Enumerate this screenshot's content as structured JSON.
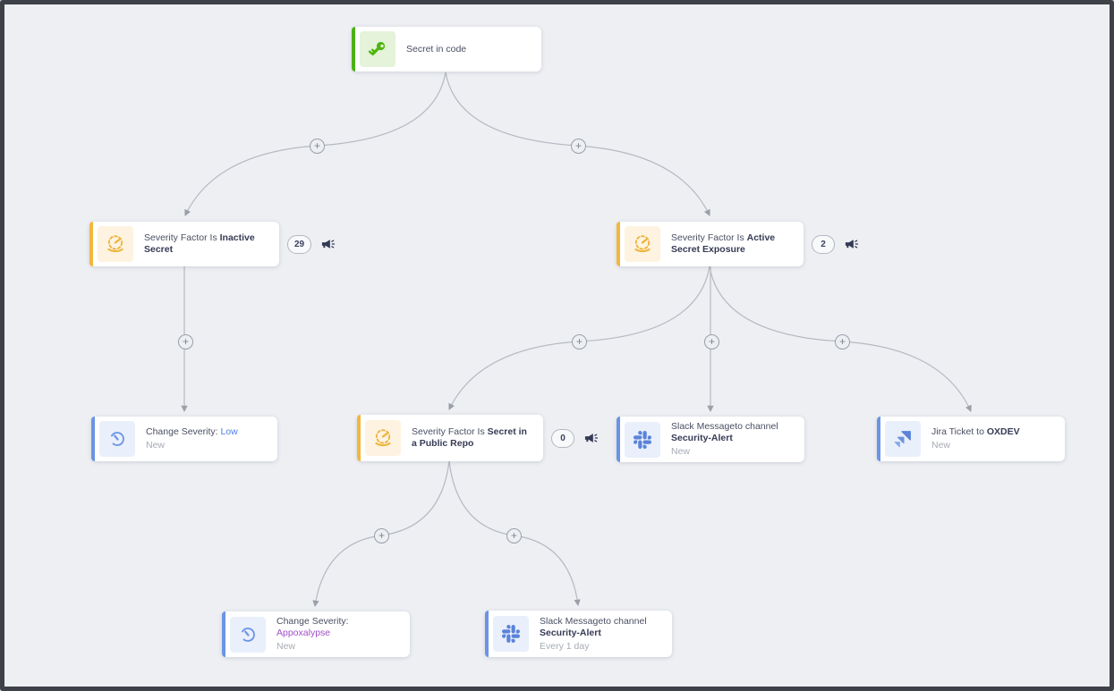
{
  "canvas": {
    "background": "#edeff3",
    "frame_border": "#3e4147"
  },
  "colors": {
    "accent_green": "#4db015",
    "accent_amber": "#f2b73e",
    "accent_blue": "#6b94e4",
    "link_blue": "#4a7fe8",
    "value_purple": "#a14fc9",
    "edge_gray": "#b6b9c1",
    "icon_navy": "#333a56"
  },
  "icons": {
    "root": "key-icon",
    "severity_rule": "gauge-icon",
    "change_severity": "dial-icon",
    "slack": "slack-icon",
    "jira": "jira-icon",
    "alert": "megaphone-icon",
    "add": "plus-icon"
  },
  "ui": {
    "plus": "+"
  },
  "nodes": {
    "root": {
      "title": "Secret in code"
    },
    "sev_inactive": {
      "prefix": "Severity Factor Is ",
      "bold": "Inactive Secret",
      "count": "29"
    },
    "sev_active": {
      "prefix": "Severity Factor Is ",
      "bold": "Active Secret Exposure",
      "count": "2"
    },
    "change_low": {
      "prefix": "Change Severity: ",
      "value": "Low",
      "sub": "New"
    },
    "sev_public": {
      "prefix": "Severity Factor Is ",
      "bold": "Secret in a Public Repo",
      "count": "0"
    },
    "slack_new": {
      "line1": "Slack Messageto channel",
      "bold": "Security-Alert",
      "sub": "New"
    },
    "jira": {
      "prefix": "Jira Ticket to ",
      "bold": "OXDEV",
      "sub": "New"
    },
    "change_apoc": {
      "prefix": "Change Severity: ",
      "value": "Appoxalypse",
      "sub": "New"
    },
    "slack_daily": {
      "line1": "Slack Messageto channel",
      "bold": "Security-Alert",
      "sub": "Every 1 day"
    }
  }
}
